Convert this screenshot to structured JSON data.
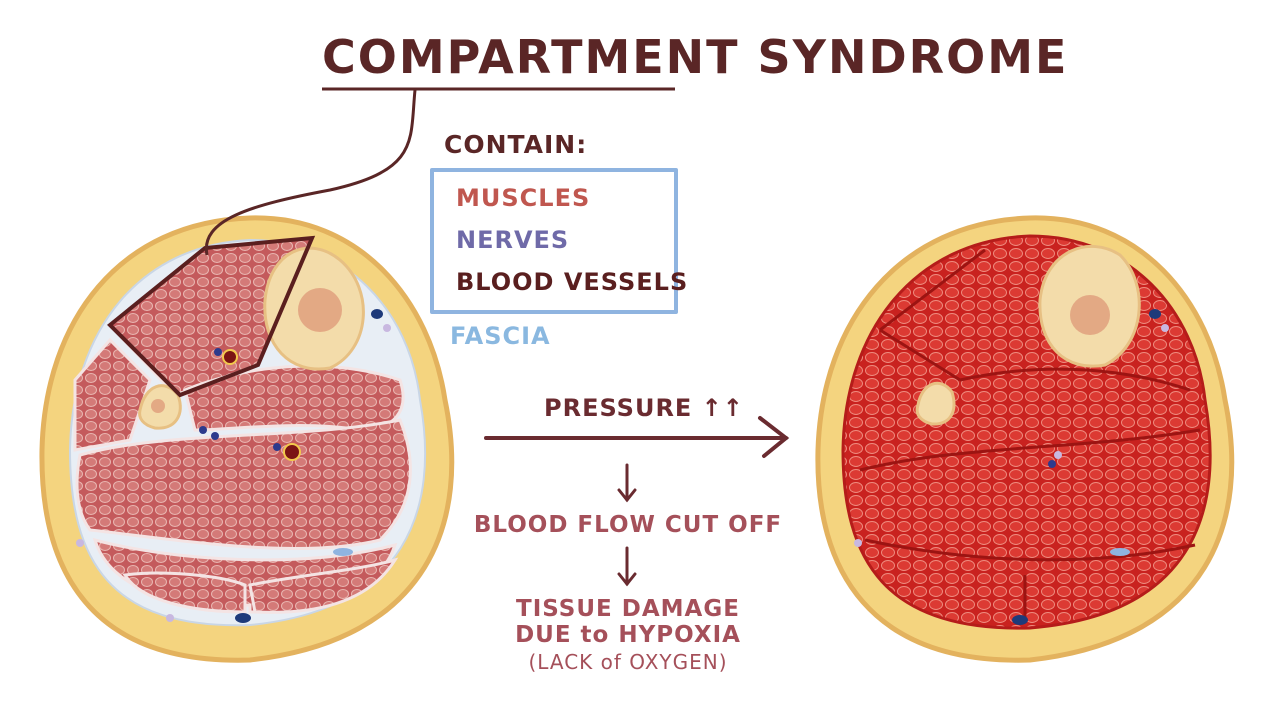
{
  "title": "COMPARTMENT SYNDROME",
  "contain": {
    "heading": "CONTAIN:",
    "items": [
      {
        "label": "MUSCLES",
        "color": "#c0574f"
      },
      {
        "label": "NERVES",
        "color": "#6f6aa8"
      },
      {
        "label": "BLOOD VESSELS",
        "color": "#5a1f1f"
      }
    ]
  },
  "fascia_label": "FASCIA",
  "flow": {
    "pressure": "PRESSURE ↑↑",
    "step1": "BLOOD FLOW CUT OFF",
    "step2_line1": "TISSUE DAMAGE",
    "step2_line2": "DUE to HYPOXIA",
    "step2_line3": "(LACK of OXYGEN)"
  },
  "colors": {
    "text": "#5a2626",
    "fascia": "#8fb4e0",
    "fat": "#f3d37e",
    "normal_muscle": "#c7595c",
    "swollen_muscle": "#d52f2c"
  }
}
